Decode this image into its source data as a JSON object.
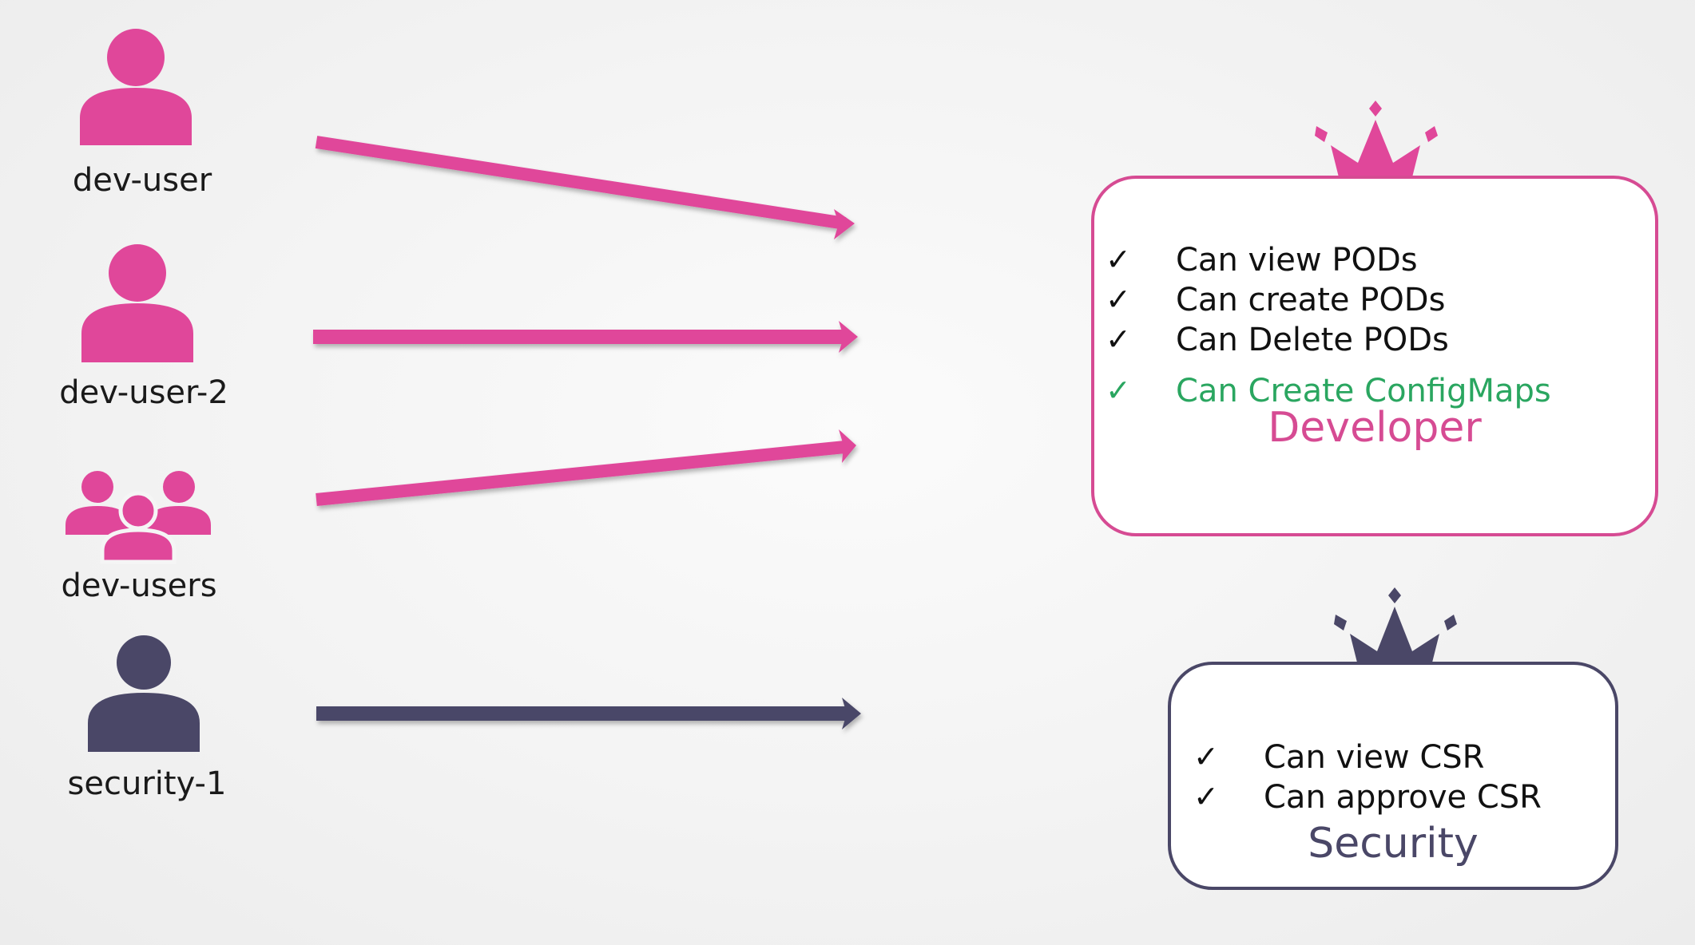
{
  "colors": {
    "pink": "#e0479a",
    "navy": "#4a4767",
    "green": "#2aa660"
  },
  "subjects": [
    {
      "id": "dev-user",
      "label": "dev-user",
      "icon": "user-icon",
      "color": "pink"
    },
    {
      "id": "dev-user-2",
      "label": "dev-user-2",
      "icon": "user-icon",
      "color": "pink"
    },
    {
      "id": "dev-users",
      "label": "dev-users",
      "icon": "group-icon",
      "color": "pink"
    },
    {
      "id": "security-1",
      "label": "security-1",
      "icon": "user-icon",
      "color": "navy"
    }
  ],
  "roles": {
    "developer": {
      "title": "Developer",
      "icon": "crown-icon",
      "permissions": [
        {
          "check": "✓",
          "text": "Can view PODs"
        },
        {
          "check": "✓",
          "text": "Can create PODs"
        },
        {
          "check": "✓",
          "text": "Can Delete PODs"
        },
        {
          "check": "✓",
          "text": "Can Create ConfigMaps",
          "highlight": "green"
        }
      ]
    },
    "security": {
      "title": "Security",
      "icon": "crown-icon",
      "permissions": [
        {
          "check": "✓",
          "text": "Can view CSR"
        },
        {
          "check": "✓",
          "text": "Can approve CSR"
        }
      ]
    }
  }
}
